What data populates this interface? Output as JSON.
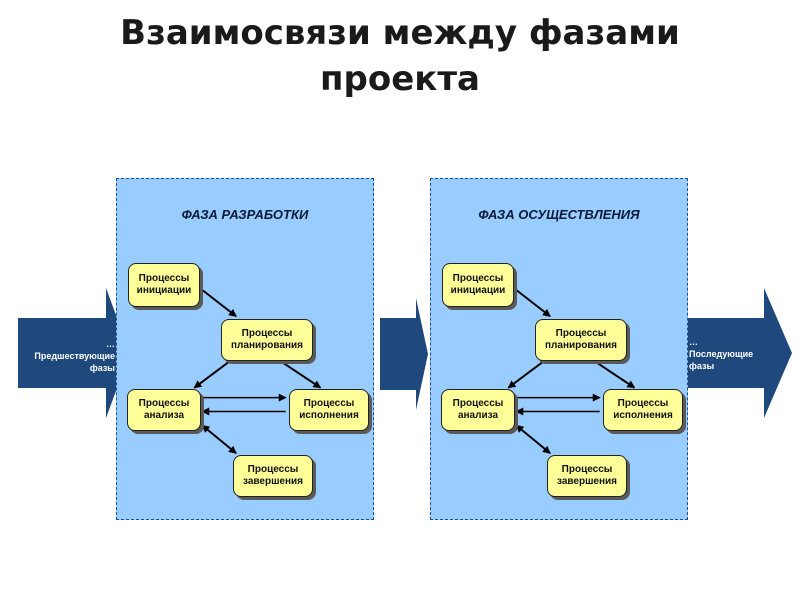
{
  "title": {
    "line1": "Взаимосвязи между фазами",
    "line2": "проекта"
  },
  "left_arrow": {
    "line1": "…",
    "line2": "Предшествующие",
    "line3": "фазы"
  },
  "right_arrow": {
    "line1": "…",
    "line2": "Последующие",
    "line3": "фазы"
  },
  "phases": [
    {
      "title": "ФАЗА РАЗРАБОТКИ",
      "initiation": {
        "line1": "Процессы",
        "line2": "инициации"
      },
      "planning": {
        "line1": "Процессы",
        "line2": "планирования"
      },
      "analysis": {
        "line1": "Процессы",
        "line2": "анализа"
      },
      "execution": {
        "line1": "Процессы",
        "line2": "исполнения"
      },
      "closing": {
        "line1": "Процессы",
        "line2": "завершения"
      }
    },
    {
      "title": "ФАЗА ОСУЩЕСТВЛЕНИЯ",
      "initiation": {
        "line1": "Процессы",
        "line2": "инициации"
      },
      "planning": {
        "line1": "Процессы",
        "line2": "планирования"
      },
      "analysis": {
        "line1": "Процессы",
        "line2": "анализа"
      },
      "execution": {
        "line1": "Процессы",
        "line2": "исполнения"
      },
      "closing": {
        "line1": "Процессы",
        "line2": "завершения"
      }
    }
  ],
  "colors": {
    "phase_fill": "#99ccff",
    "process_fill": "#ffff99",
    "arrow_fill": "#1f497d"
  }
}
